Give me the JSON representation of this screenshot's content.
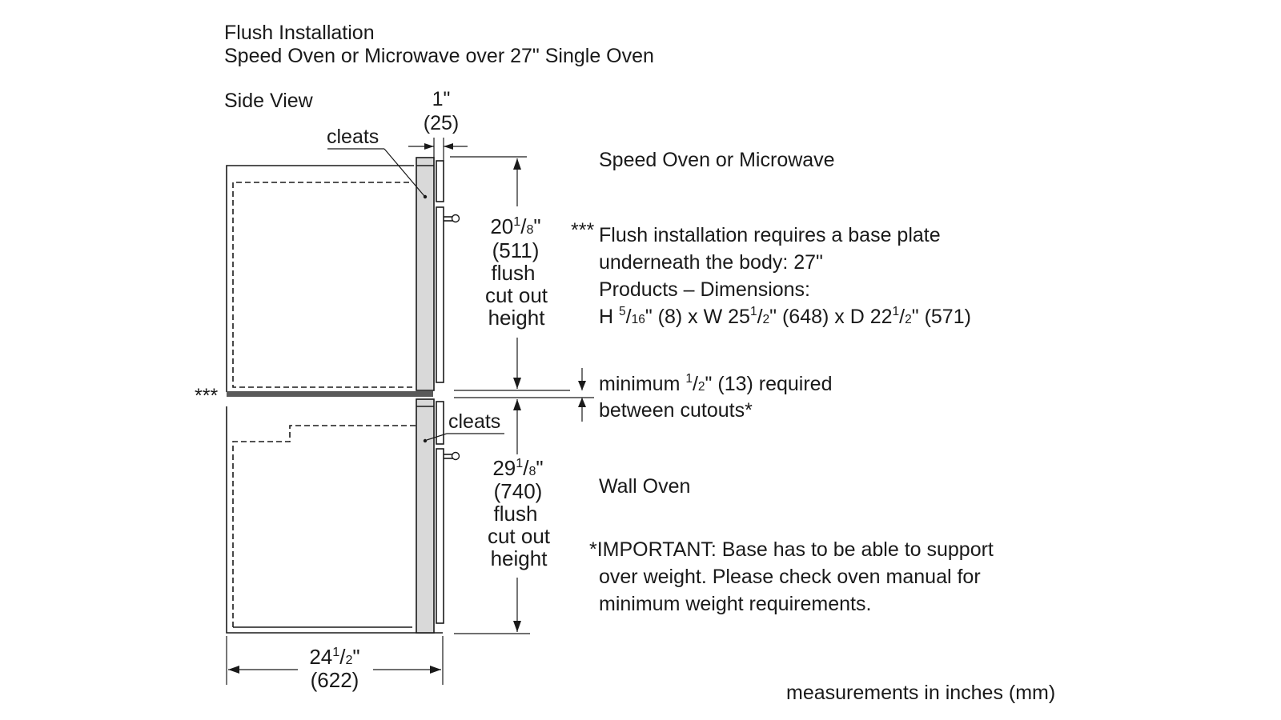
{
  "header": {
    "title": "Flush Installation",
    "subtitle": "Speed Oven or Microwave over 27\" Single Oven",
    "view": "Side View"
  },
  "labels": {
    "cleats_top": "cleats",
    "cleats_bottom": "cleats",
    "stars_left": "***",
    "speed_oven": "Speed Oven or Microwave",
    "wall_oven": "Wall Oven",
    "units_note": "measurements in inches (mm)"
  },
  "dim_gap": {
    "inch": "1\"",
    "mm": "(25)"
  },
  "dim_upper": {
    "whole": "20",
    "num": "1",
    "den": "8",
    "unit": "\"",
    "mm": "(511)",
    "line1": "flush",
    "line2": "cut out",
    "line3": "height"
  },
  "dim_lower": {
    "whole": "29",
    "num": "1",
    "den": "8",
    "unit": "\"",
    "mm": "(740)",
    "line1": "flush",
    "line2": "cut out",
    "line3": "height"
  },
  "dim_width": {
    "whole": "24",
    "num": "1",
    "den": "2",
    "unit": "\"",
    "mm": "(622)"
  },
  "note_flush": {
    "prefix": "***",
    "line1": "Flush installation requires a base plate",
    "line2": "underneath the body: 27\"",
    "line3": "Products – Dimensions:",
    "l4_a": "H ",
    "l4_num": "5",
    "l4_den": "16",
    "l4_b": "\" (8) x W 25",
    "l4_num2": "1",
    "l4_den2": "2",
    "l4_c": "\" (648) x D 22",
    "l4_num3": "1",
    "l4_den3": "2",
    "l4_d": "\" (571)"
  },
  "note_minimum": {
    "l1_a": "minimum ",
    "l1_num": "1",
    "l1_den": "2",
    "l1_b": "\" (13) required",
    "line2": "between cutouts*"
  },
  "note_important": {
    "line1": "*IMPORTANT: Base has to be able to support",
    "line2": "over weight. Please check oven manual for",
    "line3": "minimum weight requirements."
  }
}
